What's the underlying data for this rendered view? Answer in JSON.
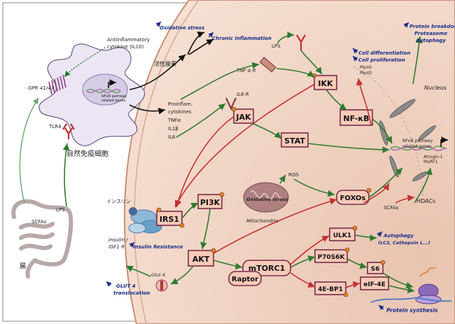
{
  "colors": {
    "cell": "#f2d8c8",
    "box_fill": "#f7cbb8",
    "box_border": "#7a2a4a",
    "activation_arrow": "#2e7a2e",
    "inhibition_arrow": "#c43030",
    "annotation_text": "#1a2f8a"
  },
  "immune": {
    "antiinflammatory_1": "Antiinflammatory",
    "antiinflammatory_2": "cytokine (IL10)",
    "nfkb_1": "NFκB pathway",
    "nfkb_2": "related genes",
    "gpr": "GPR 41/43",
    "tlr4": "TLR4",
    "label": "自然免疫細胞",
    "oxidative": "Oxidative stress",
    "chronic": "Chronic inflammation",
    "ros": "活性酸素",
    "proinflam": [
      "Proinflam.",
      "cytokines",
      "TNFα",
      "IL1β",
      "IL6"
    ]
  },
  "gut": {
    "lps": "LPS",
    "scfas": "SCFAs",
    "label": "腸"
  },
  "receptors": {
    "lps": "LPS",
    "tnfr": "TNF α R",
    "il6r": "IL6 R",
    "insulin_label": "インスリン",
    "insulin_r_1": "Insulin /",
    "insulin_r_2": "IGF1 R"
  },
  "boxes": {
    "ikk": "IKK",
    "nfkb": "NF-κB",
    "jak": "JAK",
    "stat": "STAT",
    "irs1": "IRS1",
    "pi3k": "PI3K",
    "akt": "AKT",
    "foxos": "FOXOs",
    "mtorc1": "mTORC1",
    "raptor": "Raptor",
    "ulk1": "ULK1",
    "p70s6k": "P70S6K",
    "s6": "S6",
    "4ebp1": "4E-BP1",
    "eif4e": "eIF-4E"
  },
  "nucleus": {
    "label": "Nucleus",
    "genes_1": "NFκB pathway",
    "genes_2": "related genes",
    "atrogin": "Atrogin-1",
    "murf1": "MuRF1",
    "myog": "MyoG",
    "myod": "MyoD"
  },
  "outcomes": {
    "protein_breakdown": [
      "Protein breakdown",
      "Proteasome",
      "Autophagy"
    ],
    "cell_diff": "Cell differentiation",
    "cell_prolif": "Cell proliferation",
    "insulin_resistance": "Insulin Resistance",
    "glut4_translocation": [
      "GLUT 4",
      "translocation"
    ],
    "autophagy": "Autophagy",
    "autophagy_sub": "(LC3, Cathepsin L...)",
    "protein_synthesis": "Protein synthesis"
  },
  "misc": {
    "ros": "ROS",
    "mito_oxidative": "Oxidative stress",
    "mitochondria": "Mitochondria",
    "scfas": "SCFAs",
    "hdacs": "HDACs",
    "glut4": "Glut 4"
  }
}
